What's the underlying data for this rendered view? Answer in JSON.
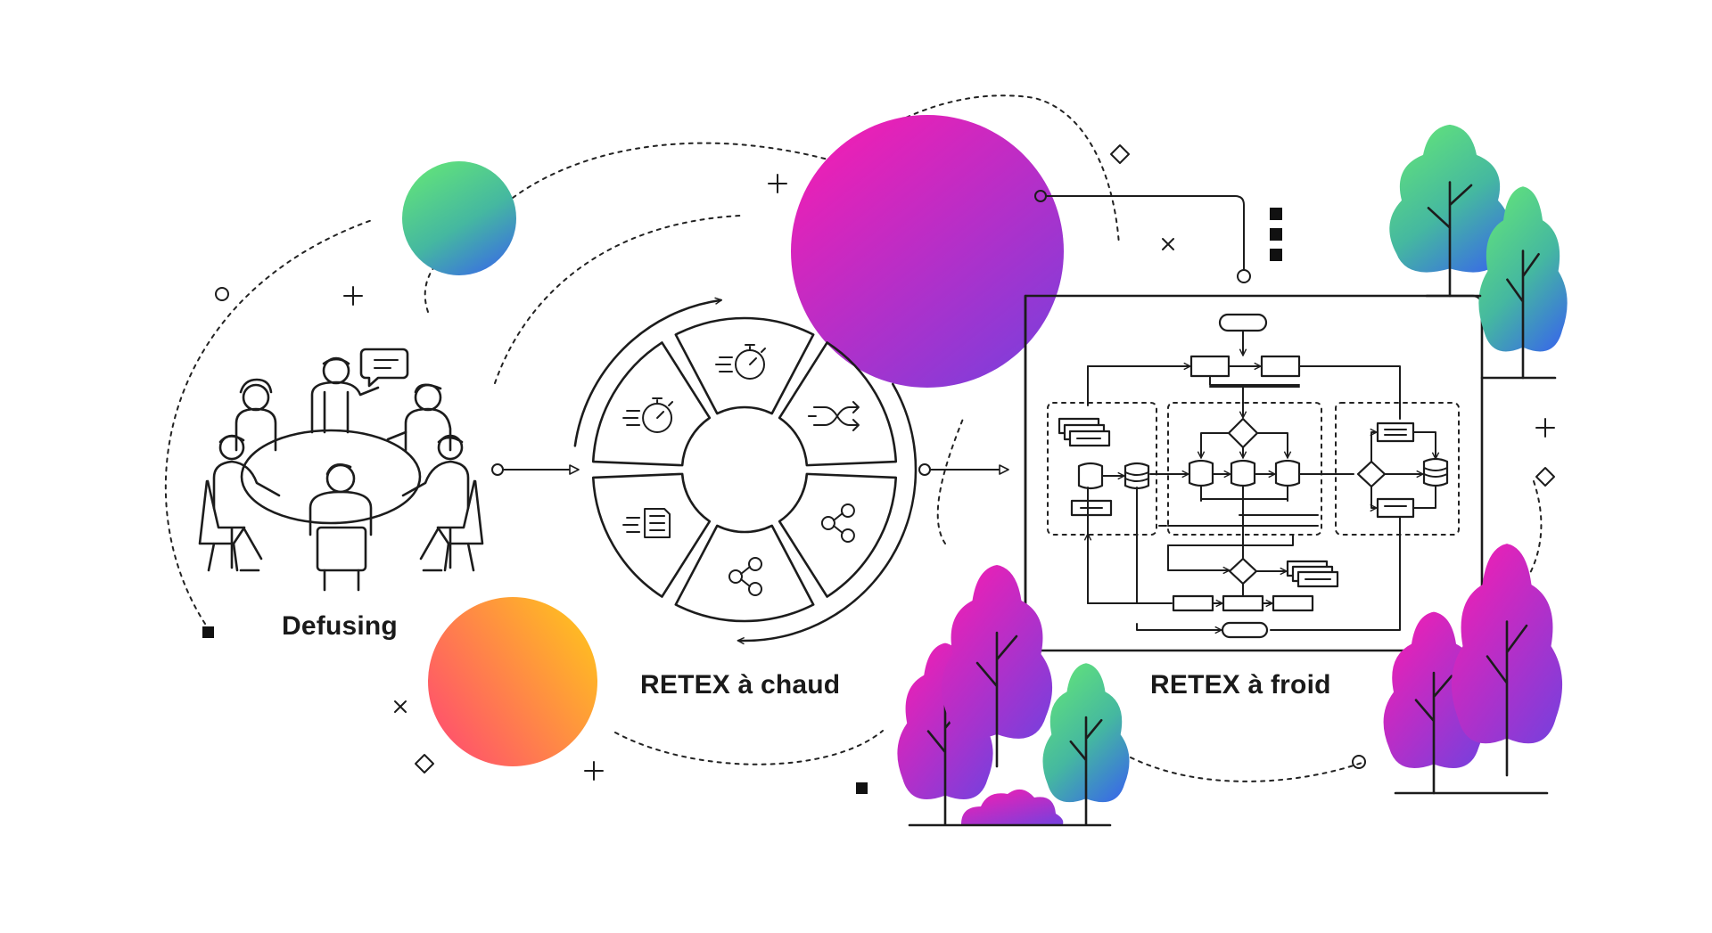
{
  "stages": [
    {
      "id": "defusing",
      "label": "Defusing"
    },
    {
      "id": "retex-chaud",
      "label": "RETEX à chaud"
    },
    {
      "id": "retex-froid",
      "label": "RETEX à froid"
    }
  ],
  "colors": {
    "green_blue_gradient": [
      "#5fe07a",
      "#3c78e0"
    ],
    "magenta_purple_gradient": [
      "#f21fb5",
      "#7b3ddb"
    ],
    "orange_yellow_gradient": [
      "#ff5a64",
      "#ffc21e"
    ],
    "line": "#1c1c1c",
    "background": "#ffffff"
  },
  "icons": {
    "defusing": "people-round-table-icon",
    "wheel_segments": [
      "fast-stopwatch-icon",
      "shuffle-icon",
      "share-icon",
      "share-icon",
      "document-speed-icon",
      "fast-stopwatch-icon"
    ],
    "retex_froid": "flowchart-diagram-icon"
  }
}
